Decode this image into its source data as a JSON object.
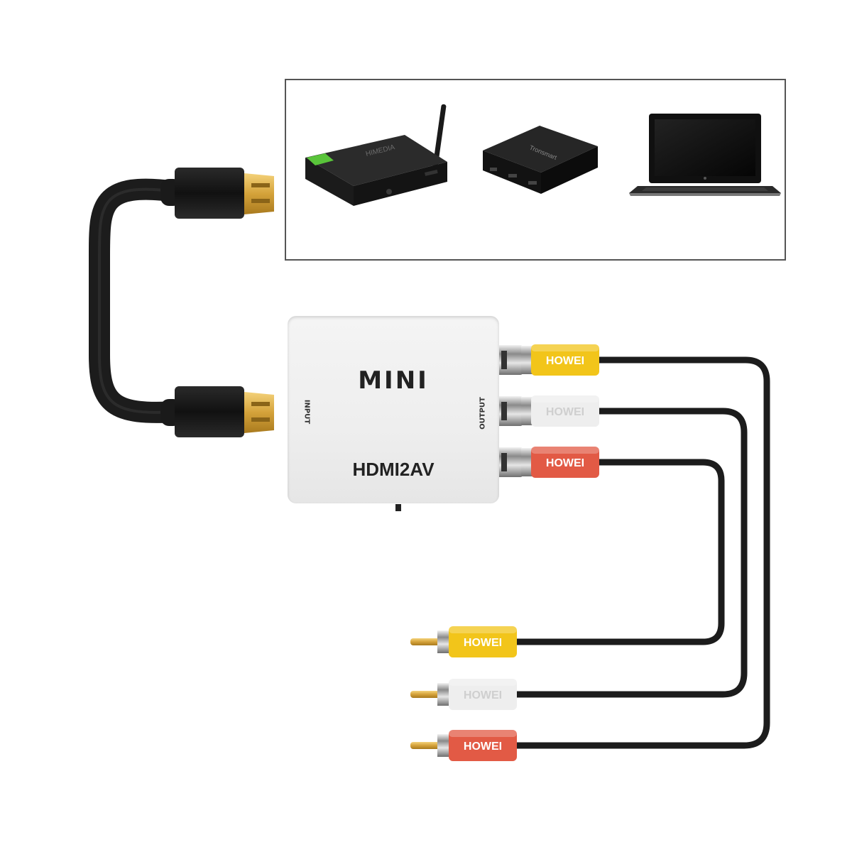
{
  "converter": {
    "title": "MINI",
    "model": "HDMI2AV",
    "input_label": "INPUT",
    "output_label": "OUTPUT"
  },
  "devices": [
    {
      "name": "android-tv-box",
      "brand_text": "HIMEDIA"
    },
    {
      "name": "streaming-box",
      "brand_text": "Tronsmart"
    },
    {
      "name": "laptop",
      "brand_text": ""
    }
  ],
  "rca_brand": "HOWEI",
  "rca_channels": [
    {
      "color_name": "yellow",
      "hex": "#f2c51a"
    },
    {
      "color_name": "white",
      "hex": "#eeeeee"
    },
    {
      "color_name": "red",
      "hex": "#e25a45"
    }
  ],
  "colors": {
    "cable": "#1c1c1c",
    "gold": "#d4a23a",
    "frame": "#555555"
  }
}
